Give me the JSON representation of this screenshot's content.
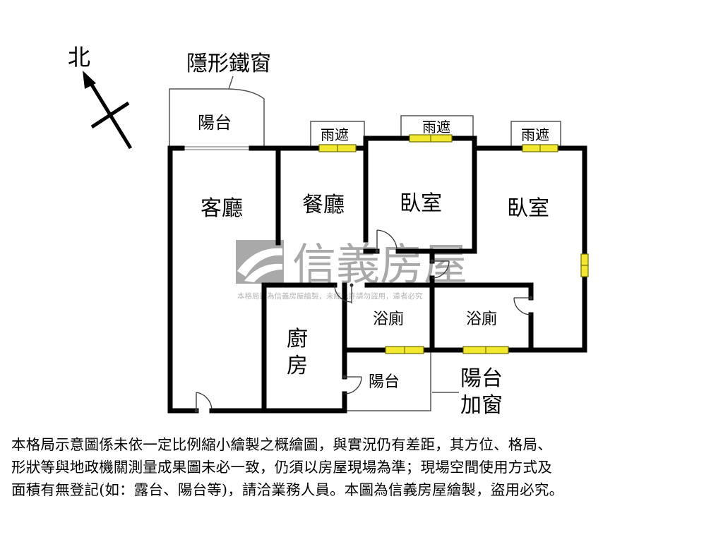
{
  "compass": {
    "north_label": "北"
  },
  "labels": {
    "invisible_grille": "隱形鐵窗",
    "balcony_top": "陽台",
    "awning_1": "雨遮",
    "awning_2": "雨遮",
    "awning_3": "雨遮",
    "living_room": "客廳",
    "dining_room": "餐廳",
    "bedroom_1": "臥室",
    "bedroom_2": "臥室",
    "bathroom_1": "浴廁",
    "bathroom_2": "浴廁",
    "kitchen_1": "廚",
    "kitchen_2": "房",
    "balcony_bottom": "陽台",
    "balcony_window_1": "陽台",
    "balcony_window_2": "加窗"
  },
  "watermark": {
    "brand": "信義房屋",
    "notice": "本格局圖為信義房屋繪製，未經允許請勿盜用，違者必究"
  },
  "disclaimer": [
    "本格局示意圖係未依一定比例縮小繪製之概繪圖，與實況仍有差距，其方位、格局、",
    "形狀等與地政機關測量成果圖未必一致，仍須以房屋現場為準；現場空間使用方式及",
    "面積有無登記(如：露台、陽台等)，請洽業務人員。本圖為信義房屋繪製，盜用必究。"
  ],
  "colors": {
    "wall": "#000000",
    "window_fill": "#f2e830",
    "window_stroke": "#6b6b00",
    "watermark": "#a9a9a9"
  }
}
